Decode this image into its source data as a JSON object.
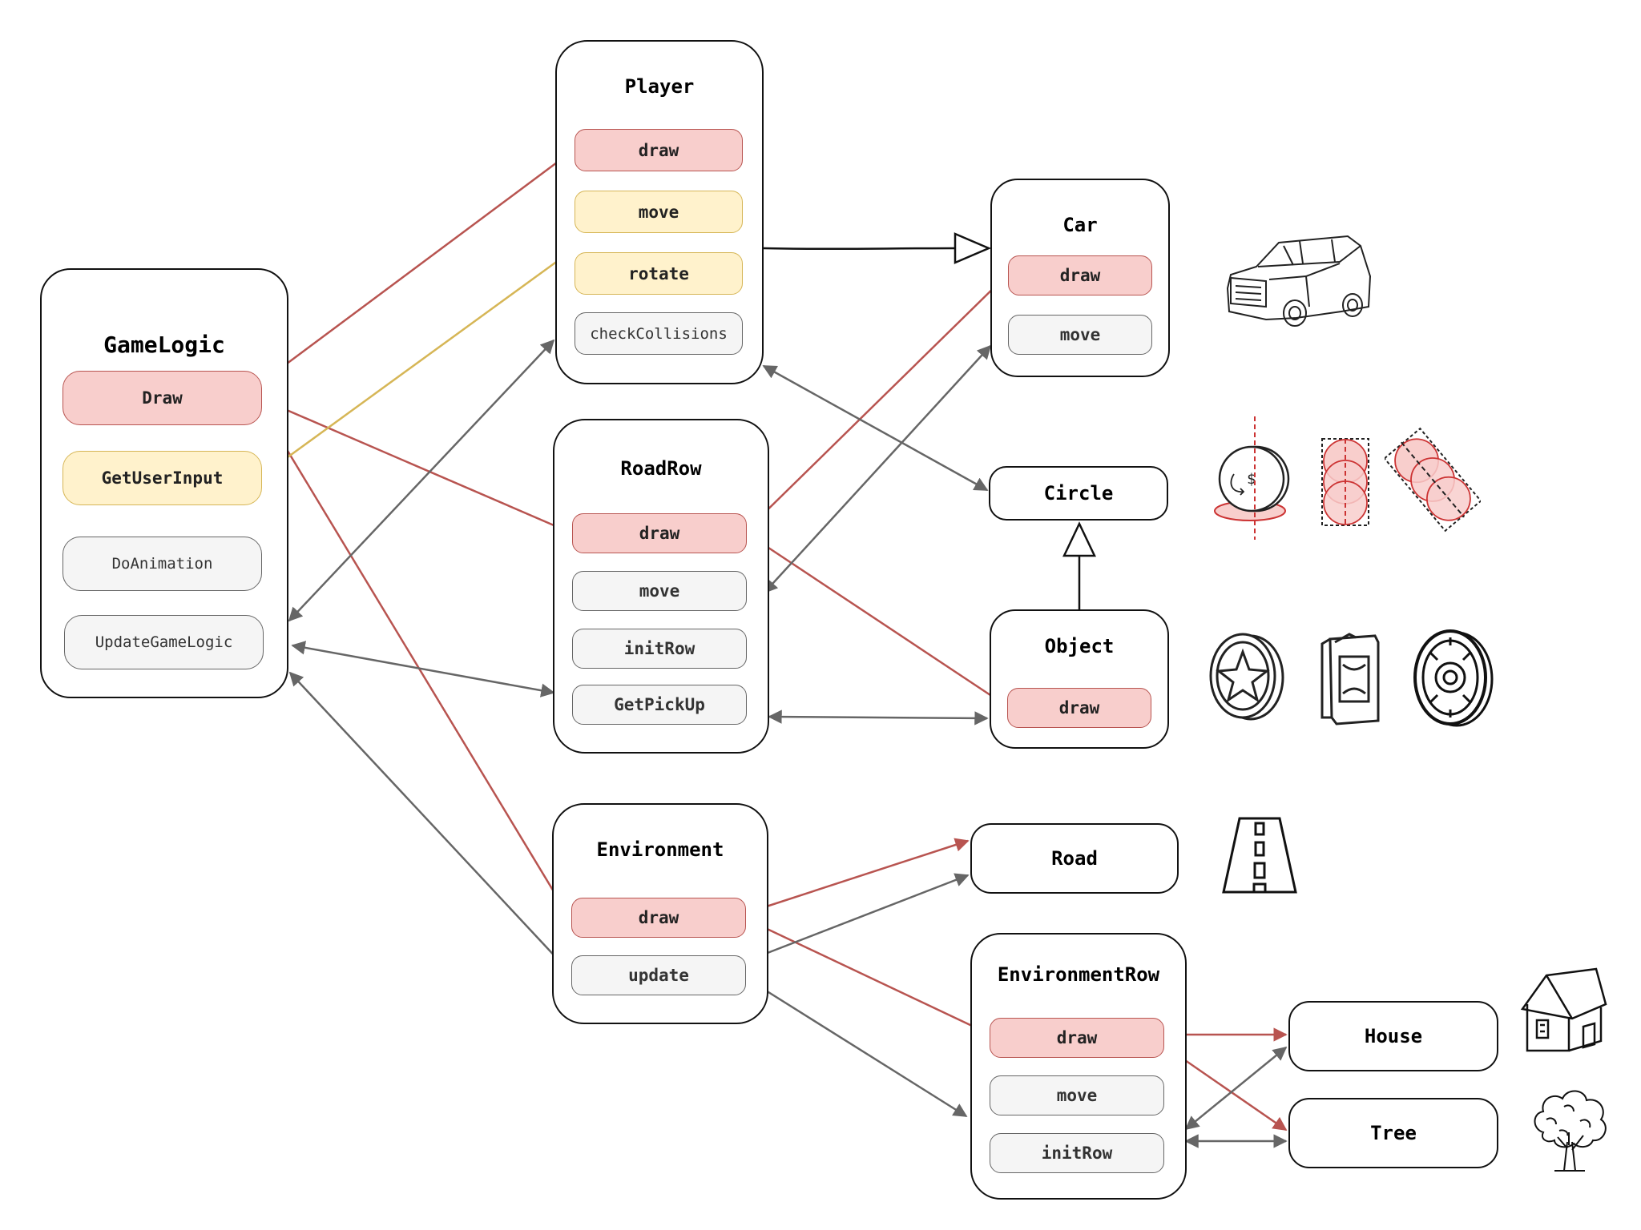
{
  "gamelogic": {
    "title": "GameLogic",
    "draw": "Draw",
    "get_user_input": "GetUserInput",
    "do_animation": "DoAnimation",
    "update_game_logic": "UpdateGameLogic"
  },
  "player": {
    "title": "Player",
    "draw": "draw",
    "move": "move",
    "rotate": "rotate",
    "check_collisions": "checkCollisions"
  },
  "roadrow": {
    "title": "RoadRow",
    "draw": "draw",
    "move": "move",
    "init_row": "initRow",
    "get_pickup": "GetPickUp"
  },
  "environment": {
    "title": "Environment",
    "draw": "draw",
    "update": "update"
  },
  "car": {
    "title": "Car",
    "draw": "draw",
    "move": "move"
  },
  "circle": {
    "title": "Circle"
  },
  "object": {
    "title": "Object",
    "draw": "draw"
  },
  "road": {
    "title": "Road"
  },
  "environment_row": {
    "title": "EnvironmentRow",
    "draw": "draw",
    "move": "move",
    "init_row": "initRow"
  },
  "house": {
    "title": "House"
  },
  "tree": {
    "title": "Tree"
  },
  "coin_icon": {
    "symbol": "$"
  },
  "colors": {
    "draw_arrow": "#b85450",
    "input_arrow": "#d6b656",
    "data_arrow": "#666666",
    "inherit_line": "#111111"
  }
}
